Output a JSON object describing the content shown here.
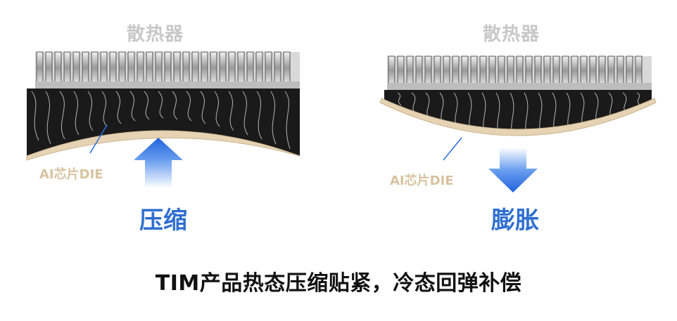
{
  "left_panel": {
    "heatsink_label": "散热器",
    "chip_label": "AI芯片DIE",
    "state_label": "压缩"
  },
  "right_panel": {
    "heatsink_label": "散热器",
    "chip_label": "AI芯片DIE",
    "state_label": "膨胀"
  },
  "caption": "TIM产品热态压缩贴紧，冷态回弹补偿",
  "colors": {
    "heatsink_label": "#c8c8c8",
    "chip": "#e6d3b3",
    "chip_label": "#d8c3a0",
    "state_label": "#2f6fd1",
    "arrow": "#2a6fe0",
    "tim": "#1a1a1a"
  }
}
